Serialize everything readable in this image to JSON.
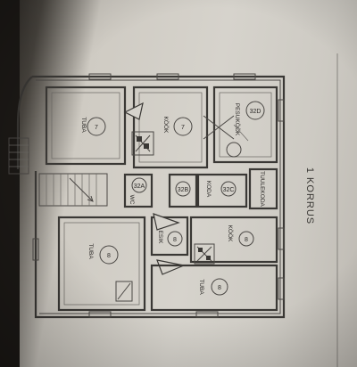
{
  "floor_label": "1 KORRUS",
  "rooms": [
    {
      "id": "r7a",
      "name": "TUBA",
      "number": "7"
    },
    {
      "id": "r7b",
      "name": "KÖÖK",
      "number": "7"
    },
    {
      "id": "r32d",
      "name": "PESUKÖÖK",
      "number": "32D"
    },
    {
      "id": "r32a",
      "name": "WC",
      "number": "32A"
    },
    {
      "id": "r32b",
      "name": "",
      "number": "32B"
    },
    {
      "id": "r32c",
      "name": "KODA",
      "number": "32C"
    },
    {
      "id": "rtuul",
      "name": "TUULEKODA",
      "number": ""
    },
    {
      "id": "r8a",
      "name": "TUBA",
      "number": "8"
    },
    {
      "id": "r8b",
      "name": "ESIK",
      "number": "8"
    },
    {
      "id": "r8c",
      "name": "KÖÖK",
      "number": "8"
    },
    {
      "id": "r8d",
      "name": "TUBA",
      "number": "8"
    }
  ]
}
